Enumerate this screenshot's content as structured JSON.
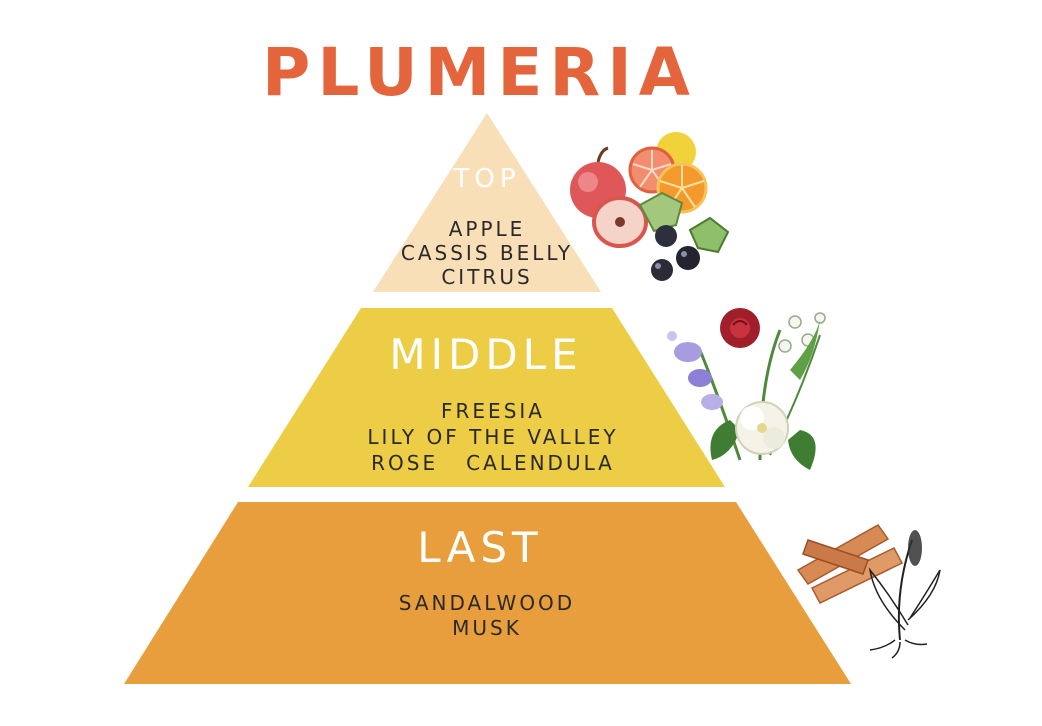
{
  "title": "PLUMERIA",
  "colors": {
    "title": "#e4643c",
    "top": "#f8dfb8",
    "middle": "#eccd45",
    "last": "#e89e3c"
  },
  "tiers": {
    "top": {
      "label": "TOP",
      "notes": [
        "APPLE",
        "CASSIS BELLY",
        "CITRUS"
      ],
      "illustration": "fruit-illustration"
    },
    "middle": {
      "label": "MIDDLE",
      "notes": [
        "FREESIA",
        "LILY OF THE VALLEY",
        "ROSE   CALENDULA"
      ],
      "illustration": "flower-bouquet-illustration"
    },
    "last": {
      "label": "LAST",
      "notes": [
        "SANDALWOOD",
        "MUSK"
      ],
      "illustration": "sandalwood-illustration"
    }
  }
}
